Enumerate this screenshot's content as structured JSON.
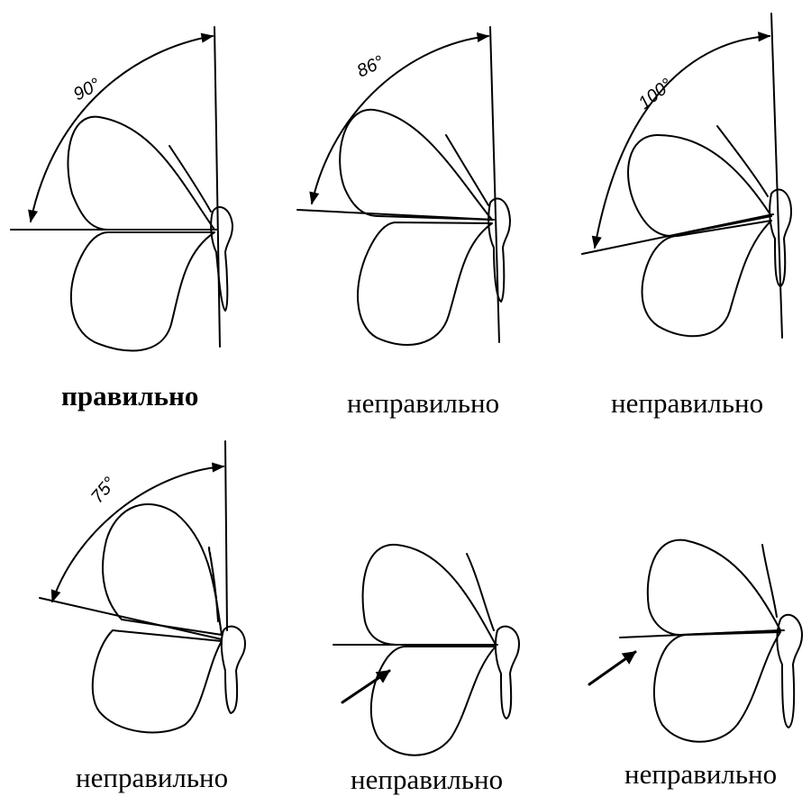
{
  "panels": [
    {
      "angle_label": "90°",
      "caption": "правильно",
      "caption_style": "bold"
    },
    {
      "angle_label": "86°",
      "caption": "неправильно",
      "caption_style": "normal"
    },
    {
      "angle_label": "100°",
      "caption": "неправильно",
      "caption_style": "normal"
    },
    {
      "angle_label": "75°",
      "caption": "неправильно",
      "caption_style": "normal"
    },
    {
      "angle_label": "",
      "caption": "неправильно",
      "caption_style": "normal"
    },
    {
      "angle_label": "",
      "caption": "неправильно",
      "caption_style": "normal"
    }
  ],
  "colors": {
    "ink": "#000000",
    "background": "#ffffff"
  }
}
